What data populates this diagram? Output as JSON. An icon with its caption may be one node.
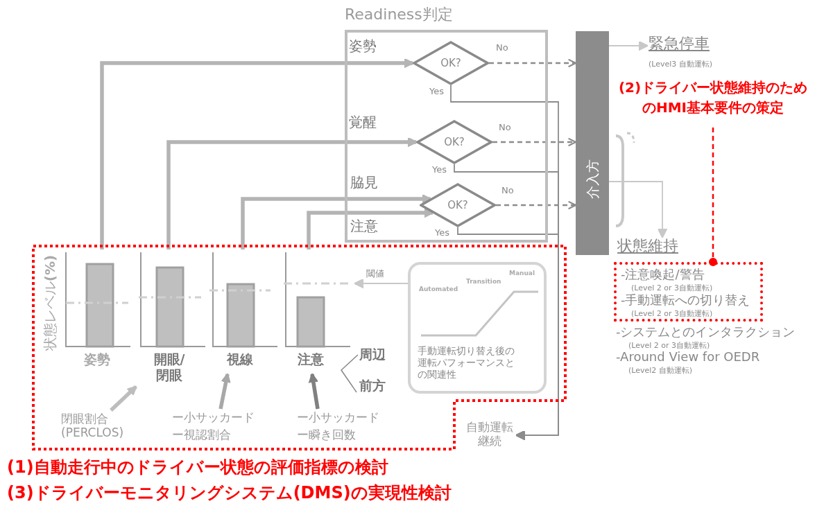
{
  "diagram": {
    "nodes": [
      {
        "text": [
          "Readiness判定"
        ]
      },
      {
        "text": [
          "OK?"
        ],
        "in": 0
      },
      {
        "text": [
          "OK?"
        ],
        "in": 0
      },
      {
        "text": [
          "OK?"
        ],
        "in": 0
      },
      {
        "text": [
          "介入方"
        ]
      },
      {
        "text": [
          "緊急停車"
        ],
        "beside": [
          "(Level3 自動運転)"
        ]
      },
      {
        "text": [
          "状態維持"
        ]
      },
      {
        "text": [
          "-注意喚起/警告",
          "(Level 2 or 3自動運転)",
          "-手動運転への切り替え",
          "(Level 2 or 3自動運転)"
        ]
      },
      {
        "text": [
          "(2)ドライバー状態維持のためのHMI基本要件の策定"
        ]
      },
      {
        "text": [
          "(1)自動走行中のドライバー状態の評価指標の検討",
          "(3)ドライバーモニタリングシステム(DMS)の実現性検討"
        ]
      },
      {
        "text": [
          "姿勢"
        ],
        "in": 9
      },
      {
        "text": [
          "開眼/閉眼"
        ],
        "in": 9
      },
      {
        "text": [
          "視線"
        ],
        "in": 9
      },
      {
        "text": [
          "注意"
        ],
        "beside": [
          "周辺",
          "前方"
        ],
        "in": 9
      },
      {
        "text": [
          "Automated",
          "Transition",
          "Manual",
          "手動運転切り替え後の運転パフォーマンスとの関連性"
        ],
        "in": 9
      },
      {
        "text": [
          "閉眼割合 (PERCLOS)"
        ],
        "in": 9
      },
      {
        "text": [
          "ー小サッカード",
          "ー視認割合"
        ],
        "in": 9
      },
      {
        "text": [
          "ー小サッカード",
          "ー瞬き回数"
        ],
        "in": 9
      },
      {
        "text": [
          "自動運転継続"
        ]
      }
    ],
    "edges": [
      {
        "from": 10,
        "to": 1,
        "arrow": "to",
        "style": "thick",
        "color": "#b4b4b4"
      },
      {
        "from": 11,
        "to": 2,
        "arrow": "to",
        "style": "thick",
        "color": "#b4b4b4"
      },
      {
        "from": 12,
        "to": 3,
        "arrow": "to",
        "style": "thick",
        "color": "#b4b4b4"
      },
      {
        "from": 13,
        "to": 3,
        "arrow": "to",
        "style": "thick",
        "color": "#b4b4b4"
      },
      {
        "from": 1,
        "to": 4,
        "arrow": "to",
        "label": "No",
        "style": "dashed"
      },
      {
        "from": 2,
        "to": 4,
        "arrow": "to",
        "label": "No",
        "style": "dashed"
      },
      {
        "from": 3,
        "to": 4,
        "arrow": "to",
        "label": "No",
        "style": "dashed"
      },
      {
        "from": 1,
        "to": 18,
        "arrow": "to",
        "label": "Yes"
      },
      {
        "from": 2,
        "to": 18,
        "arrow": "to",
        "label": "Yes"
      },
      {
        "from": 3,
        "to": 18,
        "arrow": "to",
        "label": "Yes"
      },
      {
        "from": 4,
        "to": 5,
        "arrow": "to",
        "color": "#c8c8c8"
      },
      {
        "from": 4,
        "to": 6,
        "arrow": "to",
        "color": "#c8c8c8"
      },
      {
        "from": 8,
        "to": 7,
        "arrow": "other",
        "style": "dashed",
        "color": "#ff0000"
      },
      {
        "from": 14,
        "to": 13,
        "arrow": "to",
        "label": "閾値",
        "color": "#c8c8c8"
      },
      {
        "from": 15,
        "to": 11,
        "arrow": "to",
        "style": "thick",
        "color": "#bdbdbd"
      },
      {
        "from": 16,
        "to": 12,
        "arrow": "to",
        "style": "thick",
        "color": "#a8a8a8"
      },
      {
        "from": 17,
        "to": 13,
        "arrow": "to",
        "style": "thick",
        "color": "#808080"
      }
    ],
    "labels": [
      "姿勢",
      "覚醒",
      "脇見",
      "注意",
      "状態レベル**(%)**",
      "-システムとのインタラクション",
      "(Level 2 or 3自動運転)",
      "-Around View for OEDR",
      "(Level2 自動運転)"
    ]
  }
}
